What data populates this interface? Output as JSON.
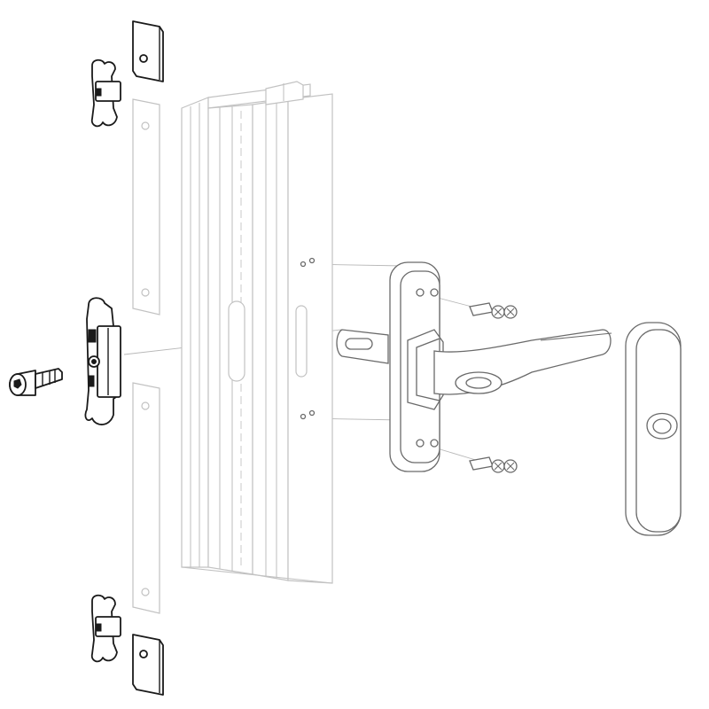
{
  "components": [
    {
      "id": "end-cap-top",
      "icon": "end-cap-icon"
    },
    {
      "id": "keeper-top",
      "icon": "keeper-clip-icon"
    },
    {
      "id": "packer-plate-top",
      "icon": "packer-plate-icon"
    },
    {
      "id": "door-profile",
      "icon": "aluminium-profile-icon"
    },
    {
      "id": "keeper-middle",
      "icon": "keeper-block-icon"
    },
    {
      "id": "socket-screw",
      "icon": "socket-screw-icon"
    },
    {
      "id": "packer-plate-bottom",
      "icon": "packer-plate-icon"
    },
    {
      "id": "keeper-bottom",
      "icon": "keeper-clip-icon"
    },
    {
      "id": "end-cap-bottom",
      "icon": "end-cap-icon"
    },
    {
      "id": "spindle-plate",
      "icon": "spindle-plate-icon"
    },
    {
      "id": "lever-handle",
      "icon": "lever-handle-icon"
    },
    {
      "id": "fixing-screws-top",
      "icon": "screw-icon"
    },
    {
      "id": "fixing-screws-bottom",
      "icon": "screw-icon"
    },
    {
      "id": "rear-cover-plate",
      "icon": "cover-plate-icon"
    }
  ]
}
